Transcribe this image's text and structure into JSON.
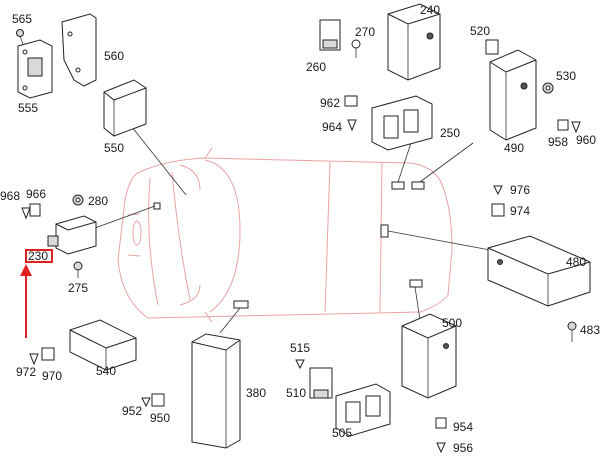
{
  "parts": [
    {
      "id": "565",
      "label": "565"
    },
    {
      "id": "560",
      "label": "560"
    },
    {
      "id": "555",
      "label": "555"
    },
    {
      "id": "550",
      "label": "550"
    },
    {
      "id": "260",
      "label": "260"
    },
    {
      "id": "270",
      "label": "270"
    },
    {
      "id": "240",
      "label": "240"
    },
    {
      "id": "962",
      "label": "962"
    },
    {
      "id": "964",
      "label": "964"
    },
    {
      "id": "250",
      "label": "250"
    },
    {
      "id": "520",
      "label": "520"
    },
    {
      "id": "530",
      "label": "530"
    },
    {
      "id": "490",
      "label": "490"
    },
    {
      "id": "958",
      "label": "958"
    },
    {
      "id": "960",
      "label": "960"
    },
    {
      "id": "968",
      "label": "968"
    },
    {
      "id": "966",
      "label": "966"
    },
    {
      "id": "280",
      "label": "280"
    },
    {
      "id": "230",
      "label": "230"
    },
    {
      "id": "275",
      "label": "275"
    },
    {
      "id": "976",
      "label": "976"
    },
    {
      "id": "974",
      "label": "974"
    },
    {
      "id": "480",
      "label": "480"
    },
    {
      "id": "483",
      "label": "483"
    },
    {
      "id": "500",
      "label": "500"
    },
    {
      "id": "972",
      "label": "972"
    },
    {
      "id": "970",
      "label": "970"
    },
    {
      "id": "540",
      "label": "540"
    },
    {
      "id": "515",
      "label": "515"
    },
    {
      "id": "510",
      "label": "510"
    },
    {
      "id": "380",
      "label": "380"
    },
    {
      "id": "952",
      "label": "952"
    },
    {
      "id": "950",
      "label": "950"
    },
    {
      "id": "505",
      "label": "505"
    },
    {
      "id": "954",
      "label": "954"
    },
    {
      "id": "956",
      "label": "956"
    }
  ],
  "highlight": {
    "part": "230",
    "color": "#e02020"
  }
}
